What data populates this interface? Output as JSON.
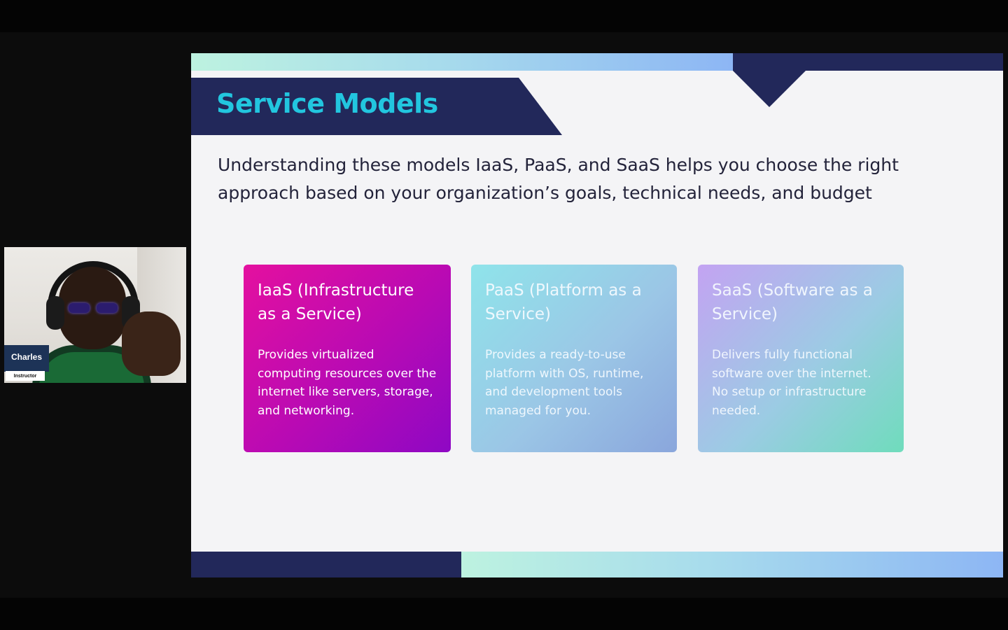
{
  "participant": {
    "name": "Charles",
    "role": "Instructor"
  },
  "slide": {
    "title": "Service Models",
    "intro": "Understanding these models IaaS, PaaS, and SaaS helps you choose the right approach based on your organization’s goals, technical needs, and budget",
    "cards": [
      {
        "title": "IaaS (Infrastructure as a Service)",
        "body": "Provides virtualized computing resources over the internet like servers, storage, and networking."
      },
      {
        "title": "PaaS (Platform as a Service)",
        "body": "Provides a ready-to-use platform with OS, runtime, and development tools managed for you."
      },
      {
        "title": "SaaS (Software as a Service)",
        "body": "Delivers fully functional software over the internet. No setup or infrastructure needed."
      }
    ]
  },
  "colors": {
    "navy": "#22285a",
    "title_cyan": "#22c6df",
    "iaas_magenta": "#d00ca8",
    "paas_blue": "#9bc6e6",
    "saas_green": "#6fdcbc"
  }
}
